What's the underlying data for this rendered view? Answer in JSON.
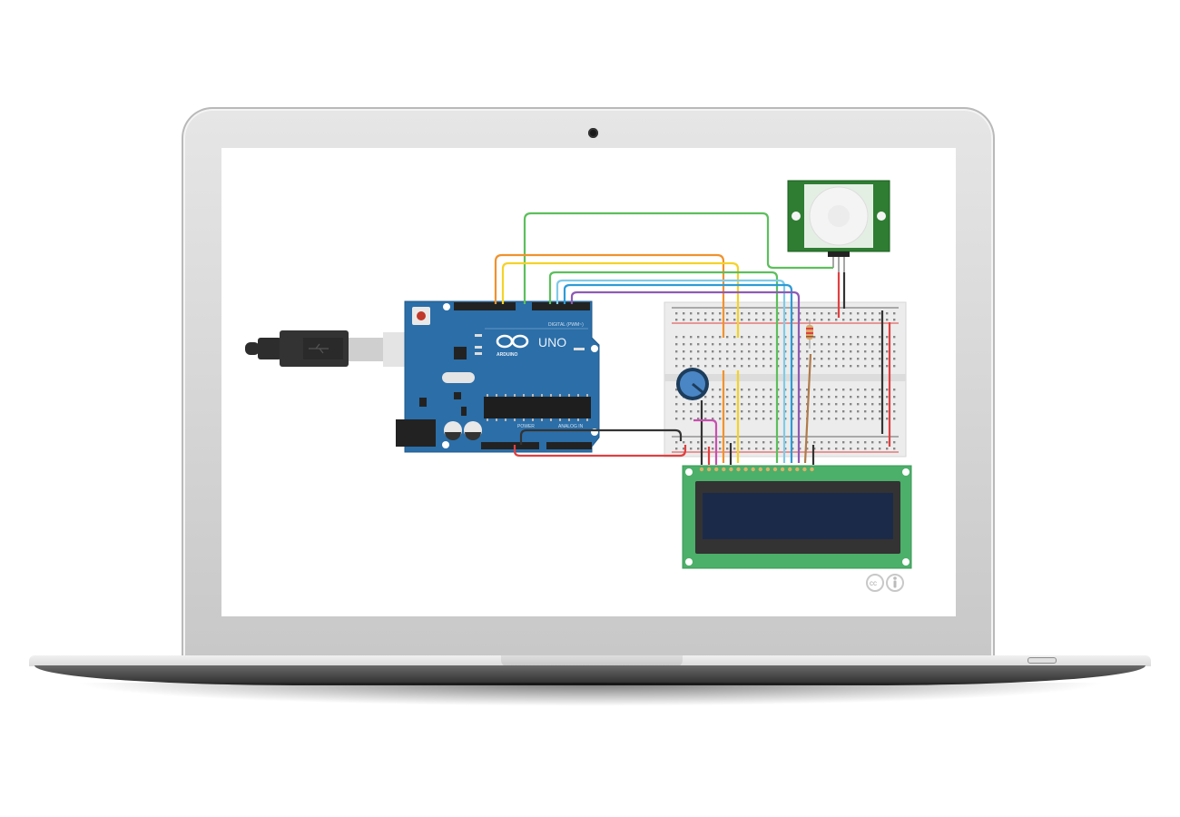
{
  "scene": {
    "description": "Laptop mockup displaying an Arduino circuit schematic",
    "device": "laptop"
  },
  "circuit": {
    "board": {
      "name": "Arduino Uno",
      "logo_text": "ARDUINO",
      "model_label": "UNO",
      "digital_header_label": "DIGITAL (PWM~)",
      "power_header_label": "POWER",
      "analog_header_label": "ANALOG IN",
      "color": "#2b6ea8"
    },
    "usb_cable": {
      "icon": "usb-icon"
    },
    "pir_sensor": {
      "name": "PIR motion sensor",
      "color": "#2e7d32"
    },
    "breadboard": {
      "name": "Breadboard"
    },
    "potentiometer": {
      "name": "Potentiometer",
      "color": "#4a86c5"
    },
    "resistor": {
      "name": "Resistor"
    },
    "lcd": {
      "name": "16x2 LCD",
      "board_color": "#4caf6a",
      "screen_color": "#1c2a4a",
      "pin_count": 16
    },
    "wire_colors": {
      "green": "#5cbf5c",
      "orange": "#f0922e",
      "yellow": "#f5d228",
      "light_blue": "#7fcbe8",
      "blue": "#2e9bd6",
      "purple": "#8e5bb5",
      "red": "#e04040",
      "black": "#333333",
      "brown": "#b07a4a",
      "pink": "#c94fb0"
    },
    "license_badge": {
      "cc": "cc",
      "icon": "attribution-icon"
    }
  }
}
